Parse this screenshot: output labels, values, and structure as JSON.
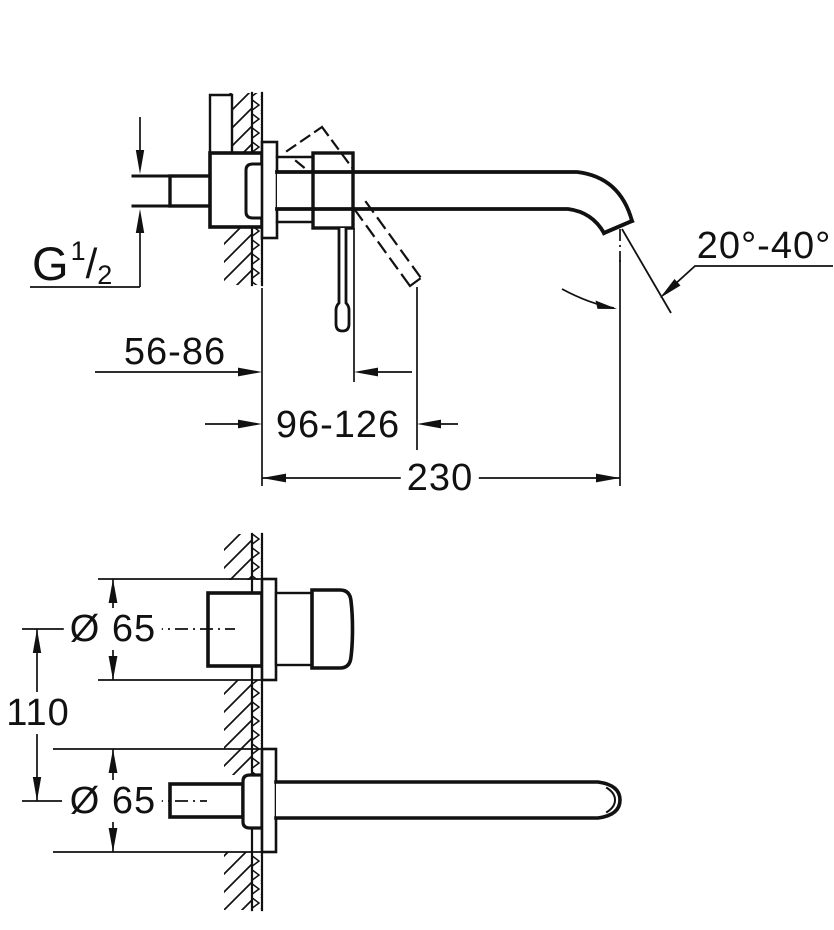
{
  "page": {
    "background": "#ffffff",
    "line_color": "#111111"
  },
  "side_view": {
    "thread_label": {
      "g": "G",
      "numerator": "1",
      "slash": "/",
      "denominator": "2"
    },
    "angle_label": "20°-40°",
    "dim_wall_to_handle": "56-86",
    "dim_wall_to_lever": "96-126",
    "dim_spout_reach": "230"
  },
  "front_view": {
    "dim_handle_escutcheon": "Ø 65",
    "dim_spout_escutcheon": "Ø 65",
    "dim_center_distance": "110"
  }
}
